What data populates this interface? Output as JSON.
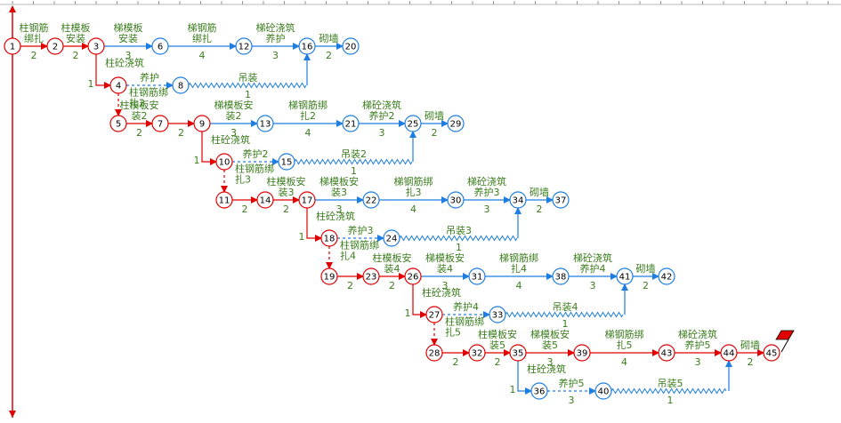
{
  "colors": {
    "critical": "#e00000",
    "normal": "#1e7de0",
    "label": "#3a7d1c"
  },
  "activities": [
    {
      "from": "1",
      "to": "2",
      "name": "柱钢筋绑扎",
      "dur": "2",
      "crit": true
    },
    {
      "from": "2",
      "to": "3",
      "name": "柱模板安装",
      "dur": "2",
      "crit": true
    },
    {
      "from": "3",
      "to": "6",
      "name": "梯模板安装",
      "dur": "3",
      "crit": false
    },
    {
      "from": "6",
      "to": "12",
      "name": "梯钢筋绑扎",
      "dur": "4",
      "crit": false
    },
    {
      "from": "12",
      "to": "16",
      "name": "梯砼浇筑养护",
      "dur": "3",
      "crit": false
    },
    {
      "from": "16",
      "to": "20",
      "name": "砌墙",
      "dur": "2",
      "crit": false
    },
    {
      "from": "3",
      "to": "4",
      "name": "柱砼浇筑",
      "dur": "1",
      "crit": true
    },
    {
      "from": "4",
      "to": "8",
      "name": "养护",
      "dur": "",
      "crit": false,
      "dashed": true
    },
    {
      "from": "8",
      "to": "16",
      "name": "吊装",
      "dur": "1",
      "crit": false,
      "wavy": true
    },
    {
      "from": "4",
      "to": "5",
      "name": "柱钢筋绑扎2",
      "dur": "",
      "crit": true,
      "dashed": true
    },
    {
      "from": "5",
      "to": "7",
      "name": "柱模板安装2",
      "dur": "2",
      "crit": true
    },
    {
      "from": "7",
      "to": "9",
      "name": "",
      "dur": "2",
      "crit": true
    },
    {
      "from": "9",
      "to": "13",
      "name": "梯模板安装2",
      "dur": "3",
      "crit": false
    },
    {
      "from": "13",
      "to": "21",
      "name": "梯钢筋绑扎2",
      "dur": "4",
      "crit": false
    },
    {
      "from": "21",
      "to": "25",
      "name": "梯砼浇筑养护2",
      "dur": "3",
      "crit": false
    },
    {
      "from": "25",
      "to": "29",
      "name": "砌墙",
      "dur": "2",
      "crit": false
    },
    {
      "from": "9",
      "to": "10",
      "name": "柱砼浇筑",
      "dur": "1",
      "crit": true
    },
    {
      "from": "10",
      "to": "15",
      "name": "养护2",
      "dur": "",
      "crit": false,
      "dashed": true
    },
    {
      "from": "15",
      "to": "25",
      "name": "吊装2",
      "dur": "1",
      "crit": false,
      "wavy": true
    },
    {
      "from": "10",
      "to": "11",
      "name": "柱钢筋绑扎3",
      "dur": "",
      "crit": true,
      "dashed": true
    },
    {
      "from": "11",
      "to": "14",
      "name": "",
      "dur": "2",
      "crit": true
    },
    {
      "from": "14",
      "to": "17",
      "name": "柱模板安装3",
      "dur": "2",
      "crit": true
    },
    {
      "from": "17",
      "to": "22",
      "name": "梯模板安装3",
      "dur": "3",
      "crit": false
    },
    {
      "from": "22",
      "to": "30",
      "name": "梯钢筋绑扎3",
      "dur": "4",
      "crit": false
    },
    {
      "from": "30",
      "to": "34",
      "name": "梯砼浇筑养护3",
      "dur": "3",
      "crit": false
    },
    {
      "from": "34",
      "to": "37",
      "name": "砌墙",
      "dur": "2",
      "crit": false
    },
    {
      "from": "17",
      "to": "18",
      "name": "柱砼浇筑",
      "dur": "1",
      "crit": true
    },
    {
      "from": "18",
      "to": "24",
      "name": "养护3",
      "dur": "",
      "crit": false,
      "dashed": true
    },
    {
      "from": "24",
      "to": "34",
      "name": "吊装3",
      "dur": "1",
      "crit": false,
      "wavy": true
    },
    {
      "from": "18",
      "to": "19",
      "name": "柱钢筋绑扎4",
      "dur": "",
      "crit": true,
      "dashed": true
    },
    {
      "from": "19",
      "to": "23",
      "name": "",
      "dur": "2",
      "crit": true
    },
    {
      "from": "23",
      "to": "26",
      "name": "柱模板安装4",
      "dur": "2",
      "crit": true
    },
    {
      "from": "26",
      "to": "31",
      "name": "梯模板安装4",
      "dur": "3",
      "crit": false
    },
    {
      "from": "31",
      "to": "38",
      "name": "梯钢筋绑扎4",
      "dur": "4",
      "crit": false
    },
    {
      "from": "38",
      "to": "41",
      "name": "梯砼浇筑养护4",
      "dur": "3",
      "crit": false
    },
    {
      "from": "41",
      "to": "42",
      "name": "砌墙",
      "dur": "2",
      "crit": false
    },
    {
      "from": "26",
      "to": "27",
      "name": "柱砼浇筑",
      "dur": "1",
      "crit": true
    },
    {
      "from": "27",
      "to": "33",
      "name": "养护4",
      "dur": "",
      "crit": false,
      "dashed": true
    },
    {
      "from": "33",
      "to": "41",
      "name": "吊装4",
      "dur": "1",
      "crit": false,
      "wavy": true
    },
    {
      "from": "27",
      "to": "28",
      "name": "柱钢筋绑扎5",
      "dur": "",
      "crit": true,
      "dashed": true
    },
    {
      "from": "28",
      "to": "32",
      "name": "",
      "dur": "2",
      "crit": true
    },
    {
      "from": "32",
      "to": "35",
      "name": "柱模板安装5",
      "dur": "2",
      "crit": true
    },
    {
      "from": "35",
      "to": "39",
      "name": "梯模板安装5",
      "dur": "3",
      "crit": true
    },
    {
      "from": "39",
      "to": "43",
      "name": "梯钢筋绑扎5",
      "dur": "4",
      "crit": true
    },
    {
      "from": "43",
      "to": "44",
      "name": "梯砼浇筑养护5",
      "dur": "3",
      "crit": true
    },
    {
      "from": "44",
      "to": "45",
      "name": "砌墙",
      "dur": "2",
      "crit": true
    },
    {
      "from": "35",
      "to": "36",
      "name": "柱砼浇筑",
      "dur": "1",
      "crit": false
    },
    {
      "from": "36",
      "to": "40",
      "name": "养护5",
      "dur": "3",
      "crit": false,
      "dashed": true
    },
    {
      "from": "40",
      "to": "44",
      "name": "吊装5",
      "dur": "1",
      "crit": false,
      "wavy": true
    }
  ],
  "nodes": [
    {
      "id": "1",
      "crit": true
    },
    {
      "id": "2",
      "crit": true
    },
    {
      "id": "3",
      "crit": true
    },
    {
      "id": "4",
      "crit": true
    },
    {
      "id": "5",
      "crit": true
    },
    {
      "id": "6",
      "crit": false
    },
    {
      "id": "7",
      "crit": true
    },
    {
      "id": "8",
      "crit": false
    },
    {
      "id": "9",
      "crit": true
    },
    {
      "id": "10",
      "crit": true
    },
    {
      "id": "11",
      "crit": true
    },
    {
      "id": "12",
      "crit": false
    },
    {
      "id": "13",
      "crit": false
    },
    {
      "id": "14",
      "crit": true
    },
    {
      "id": "15",
      "crit": false
    },
    {
      "id": "16",
      "crit": false
    },
    {
      "id": "17",
      "crit": true
    },
    {
      "id": "18",
      "crit": true
    },
    {
      "id": "19",
      "crit": true
    },
    {
      "id": "20",
      "crit": false
    },
    {
      "id": "21",
      "crit": false
    },
    {
      "id": "22",
      "crit": false
    },
    {
      "id": "23",
      "crit": true
    },
    {
      "id": "24",
      "crit": false
    },
    {
      "id": "25",
      "crit": false
    },
    {
      "id": "26",
      "crit": true
    },
    {
      "id": "27",
      "crit": true
    },
    {
      "id": "28",
      "crit": true
    },
    {
      "id": "29",
      "crit": false
    },
    {
      "id": "30",
      "crit": false
    },
    {
      "id": "31",
      "crit": false
    },
    {
      "id": "32",
      "crit": true
    },
    {
      "id": "33",
      "crit": false
    },
    {
      "id": "34",
      "crit": false
    },
    {
      "id": "35",
      "crit": true
    },
    {
      "id": "36",
      "crit": false
    },
    {
      "id": "37",
      "crit": false
    },
    {
      "id": "38",
      "crit": false
    },
    {
      "id": "39",
      "crit": true
    },
    {
      "id": "40",
      "crit": false
    },
    {
      "id": "41",
      "crit": false
    },
    {
      "id": "42",
      "crit": false
    },
    {
      "id": "43",
      "crit": true
    },
    {
      "id": "44",
      "crit": true
    },
    {
      "id": "45",
      "crit": true
    }
  ]
}
